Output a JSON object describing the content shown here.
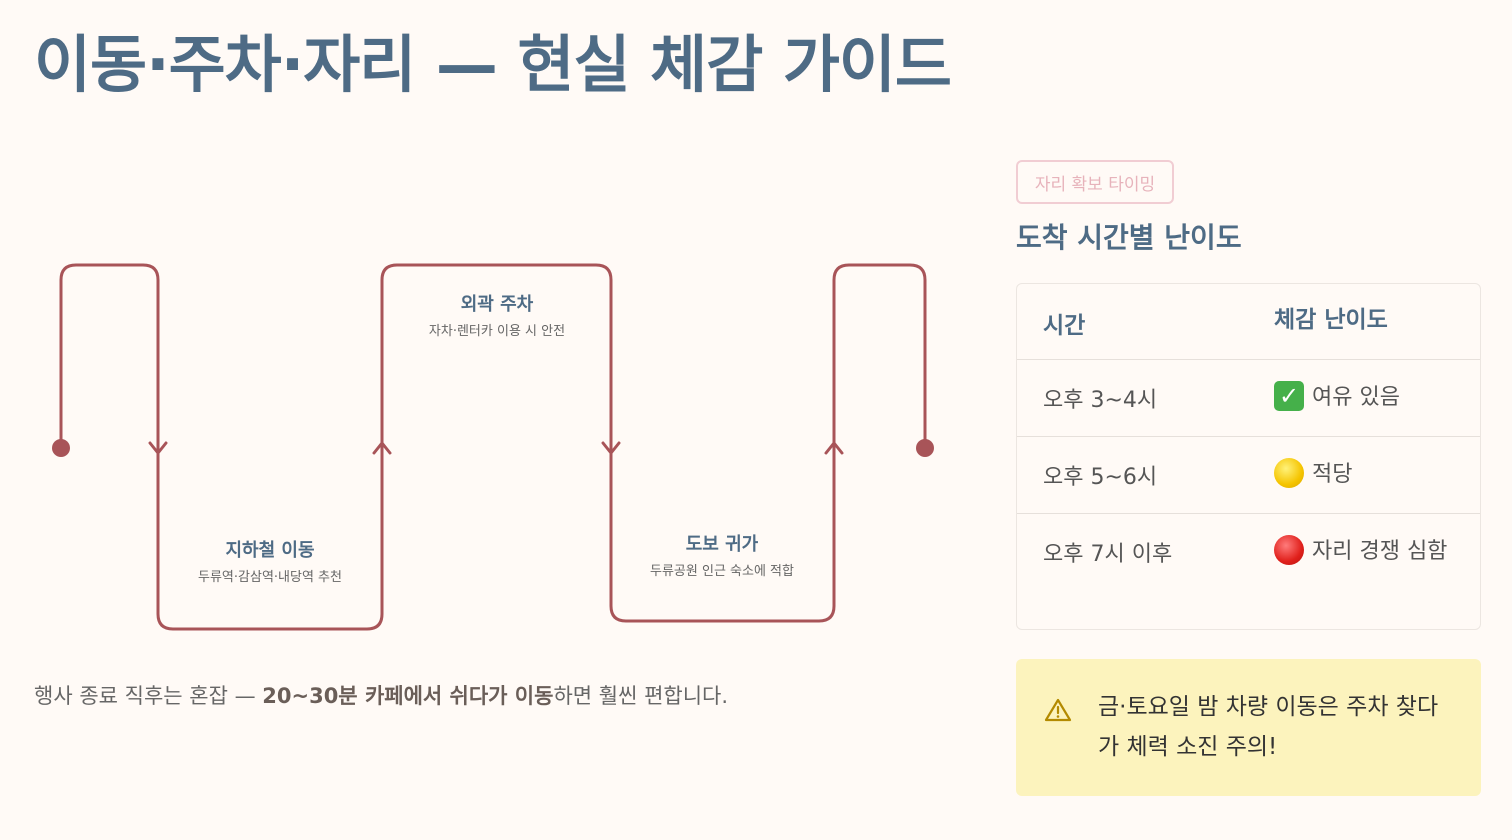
{
  "title": "이동·주차·자리 — 현실 체감 가이드",
  "flow": {
    "steps": [
      {
        "title": "지하철 이동",
        "desc": "두류역·감삼역·내당역 추천"
      },
      {
        "title": "외곽 주차",
        "desc": "자차·렌터카 이용 시 안전"
      },
      {
        "title": "도보 귀가",
        "desc": "두류공원 인근 숙소에 적합"
      }
    ],
    "note": {
      "prefix": "행사 종료 직후는 혼잡 — ",
      "bold": "20~30분 카페에서 쉬다가 이동",
      "suffix": "하면 훨씬 편합니다."
    }
  },
  "timing": {
    "tag": "자리 확보 타이밍",
    "subtitle": "도착 시간별 난이도",
    "headers": [
      "시간",
      "체감 난이도"
    ],
    "rows": [
      {
        "time": "오후 3~4시",
        "icon": "check-mark-icon",
        "level": "여유 있음"
      },
      {
        "time": "오후 5~6시",
        "icon": "yellow-circle-icon",
        "level": "적당"
      },
      {
        "time": "오후 7시 이후",
        "icon": "red-circle-icon",
        "level": "자리 경쟁 심함"
      }
    ]
  },
  "warning": {
    "icon": "warning-icon",
    "text": "금·토요일 밤 차량 이동은 주차 찾다가 체력 소진 주의!"
  },
  "colors": {
    "accent": "#4e6b85",
    "flow_line": "#a85458",
    "warning_bg": "#fcf3bd",
    "tag_border": "#f1cdd3"
  }
}
